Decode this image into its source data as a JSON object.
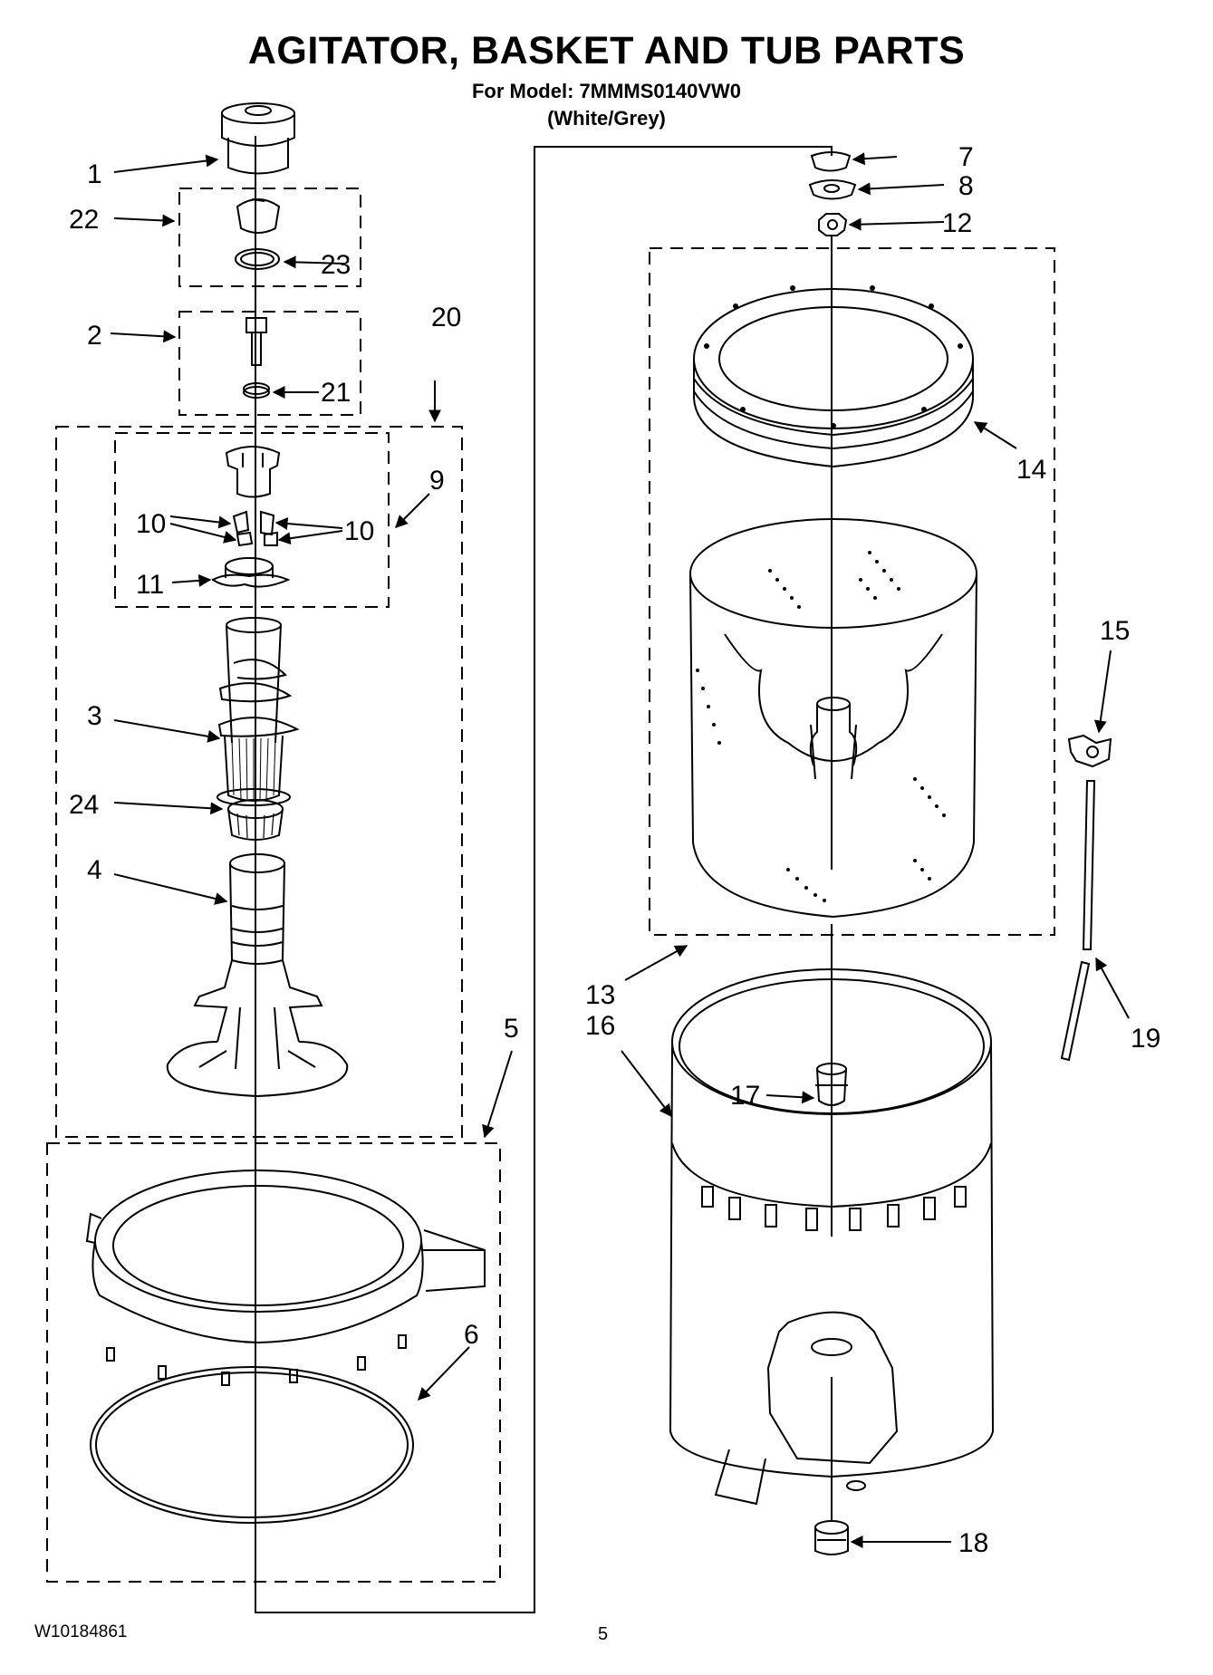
{
  "header": {
    "title": "AGITATOR, BASKET AND TUB PARTS",
    "model_line": "For Model: 7MMMS0140VW0",
    "color_line": "(White/Grey)"
  },
  "footer": {
    "document_number": "W10184861",
    "page_number": "5"
  },
  "callouts": {
    "c1": "1",
    "c2": "2",
    "c3": "3",
    "c4": "4",
    "c5": "5",
    "c6": "6",
    "c7": "7",
    "c8": "8",
    "c9": "9",
    "c10a": "10",
    "c10b": "10",
    "c11": "11",
    "c12": "12",
    "c13": "13",
    "c14": "14",
    "c15": "15",
    "c16": "16",
    "c17": "17",
    "c18": "18",
    "c19": "19",
    "c20": "20",
    "c21": "21",
    "c22": "22",
    "c23": "23",
    "c24": "24"
  }
}
